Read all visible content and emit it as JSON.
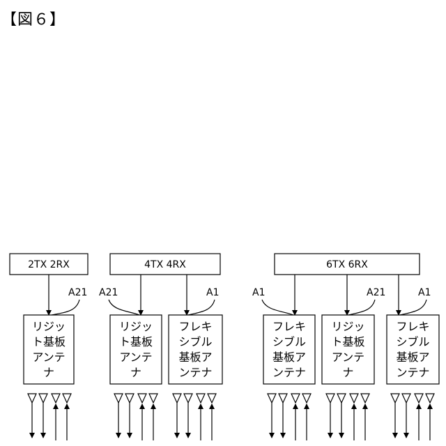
{
  "figure_label": "【図６】",
  "groups": [
    {
      "config": "2TX 2RX",
      "antennas": [
        {
          "lines": [
            "リジッ",
            "ト基板",
            "アンテ",
            "ナ"
          ],
          "ref": "A21"
        }
      ]
    },
    {
      "config": "4TX 4RX",
      "antennas": [
        {
          "lines": [
            "リジッ",
            "ト基板",
            "アンテ",
            "ナ"
          ],
          "ref": "A21"
        },
        {
          "lines": [
            "フレキ",
            "シブル",
            "基板ア",
            "ンテナ"
          ],
          "ref": "A1"
        }
      ]
    },
    {
      "config": "6TX 6RX",
      "antennas": [
        {
          "lines": [
            "フレキ",
            "シブル",
            "基板ア",
            "ンテナ"
          ],
          "ref": "A1"
        },
        {
          "lines": [
            "リジッ",
            "ト基板",
            "アンテ",
            "ナ"
          ],
          "ref": "A21"
        },
        {
          "lines": [
            "フレキ",
            "シブル",
            "基板ア",
            "ンテナ"
          ],
          "ref": "A1"
        }
      ]
    }
  ]
}
